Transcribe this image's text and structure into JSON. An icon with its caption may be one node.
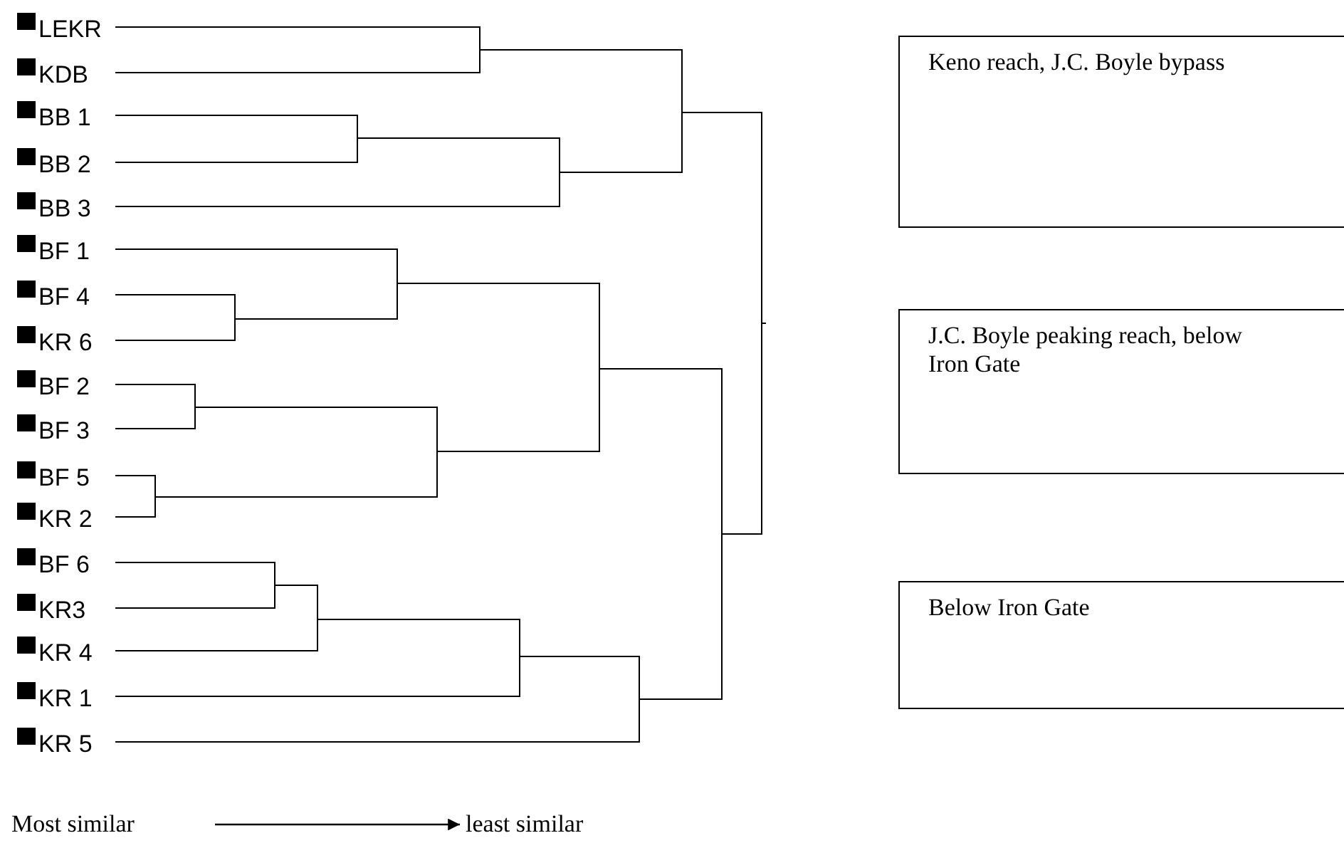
{
  "diagram": {
    "nodes": [
      {
        "text": [
          "LEKR"
        ]
      },
      {
        "text": [
          "KDB"
        ]
      },
      {
        "text": [
          "BB 1"
        ]
      },
      {
        "text": [
          "BB 2"
        ]
      },
      {
        "text": [
          "BB 3"
        ]
      },
      {
        "text": [
          "BF 1"
        ]
      },
      {
        "text": [
          "BF 4"
        ]
      },
      {
        "text": [
          "KR 6"
        ]
      },
      {
        "text": [
          "BF 2"
        ]
      },
      {
        "text": [
          "BF 3"
        ]
      },
      {
        "text": [
          "BF 5"
        ]
      },
      {
        "text": [
          "KR 2"
        ]
      },
      {
        "text": [
          "BF 6"
        ]
      },
      {
        "text": [
          "KR3"
        ]
      },
      {
        "text": [
          "KR 4"
        ]
      },
      {
        "text": [
          "KR 1"
        ]
      },
      {
        "text": [
          "KR 5"
        ]
      },
      {
        "text": [
          "Keno reach, J.C. Boyle bypass"
        ]
      },
      {
        "text": [
          "J.C. Boyle peaking reach, below Iron Gate"
        ]
      },
      {
        "text": [
          "Below Iron Gate"
        ]
      }
    ],
    "edges": [
      {
        "from": 0,
        "to": null,
        "arrow": "none"
      },
      {
        "from": 1,
        "to": null,
        "arrow": "none"
      },
      {
        "from": 2,
        "to": null,
        "arrow": "none"
      },
      {
        "from": 3,
        "to": null,
        "arrow": "none"
      },
      {
        "from": 4,
        "to": null,
        "arrow": "none"
      },
      {
        "from": 5,
        "to": null,
        "arrow": "none"
      },
      {
        "from": 6,
        "to": null,
        "arrow": "none"
      },
      {
        "from": 7,
        "to": null,
        "arrow": "none"
      },
      {
        "from": 8,
        "to": null,
        "arrow": "none"
      },
      {
        "from": 9,
        "to": null,
        "arrow": "none"
      },
      {
        "from": 10,
        "to": null,
        "arrow": "none"
      },
      {
        "from": 11,
        "to": null,
        "arrow": "none"
      },
      {
        "from": 12,
        "to": null,
        "arrow": "none"
      },
      {
        "from": 13,
        "to": null,
        "arrow": "none"
      },
      {
        "from": 14,
        "to": null,
        "arrow": "none"
      },
      {
        "from": 15,
        "to": null,
        "arrow": "none"
      },
      {
        "from": 16,
        "to": null,
        "arrow": "none"
      }
    ],
    "labels": [
      "Most similar",
      "least similar"
    ]
  }
}
